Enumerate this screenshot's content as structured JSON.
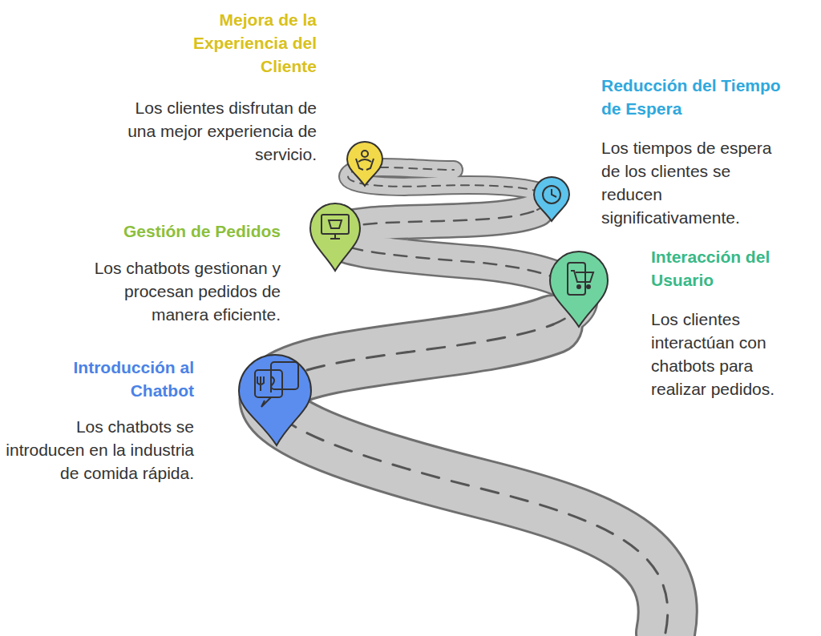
{
  "diagram": {
    "labels": [
      "Mejora de la Experiencia del Cliente",
      "Los clientes disfrutan de una mejor experiencia de servicio.",
      "Reducción del Tiempo de Espera",
      "Los tiempos de espera de los clientes se reducen significativamente.",
      "Gestión de Pedidos",
      "Los chatbots gestionan y procesan pedidos de manera eficiente.",
      "Interacción del Usuario",
      "Los clientes interactúan con chatbots para realizar pedidos.",
      "Introducción al Chatbot",
      "Los chatbots se introducen en la industria de comida rápida."
    ]
  }
}
